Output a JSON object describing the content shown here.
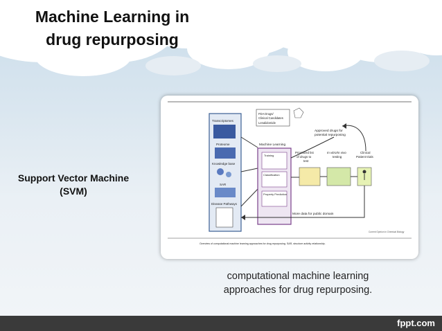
{
  "slide": {
    "title_line1": "Machine Learning in",
    "title_line2": "drug repurposing",
    "side_label_line1": "Support Vector Machine",
    "side_label_line2": "(SVM)",
    "caption_line1": "computational machine learning",
    "caption_line2": "approaches for drug repurposing."
  },
  "footer": {
    "brand": "fppt.com"
  },
  "figure": {
    "candidates_label_1": "FDA Drugs/",
    "candidates_label_2": "Clinical Candidates",
    "candidates_label_3": "Lenalidomide",
    "approved_label_1": "Approved drugs for",
    "approved_label_2": "potential repurposing",
    "data_sources": [
      "Transcriptomes",
      "Proteome",
      "Knowledge base",
      "SAR",
      "Disease Pathways"
    ],
    "ml_title": "Machine Learning",
    "ml_steps": [
      "Training",
      "Classification",
      "Property Prediction"
    ],
    "prioritized_1": "Prioritized list",
    "prioritized_2": "of drugs to",
    "prioritized_3": "test",
    "testing_1": "In vitro/In vivo",
    "testing_2": "testing",
    "clinical_1": "Clinical",
    "clinical_2": "Patient trials",
    "public_data": "More data for public domain",
    "source_note": "Current Opinion in Chemical Biology",
    "figure_caption": "Overview of computational machine learning approaches for drug repurposing. SAR, structure activity relationship."
  }
}
